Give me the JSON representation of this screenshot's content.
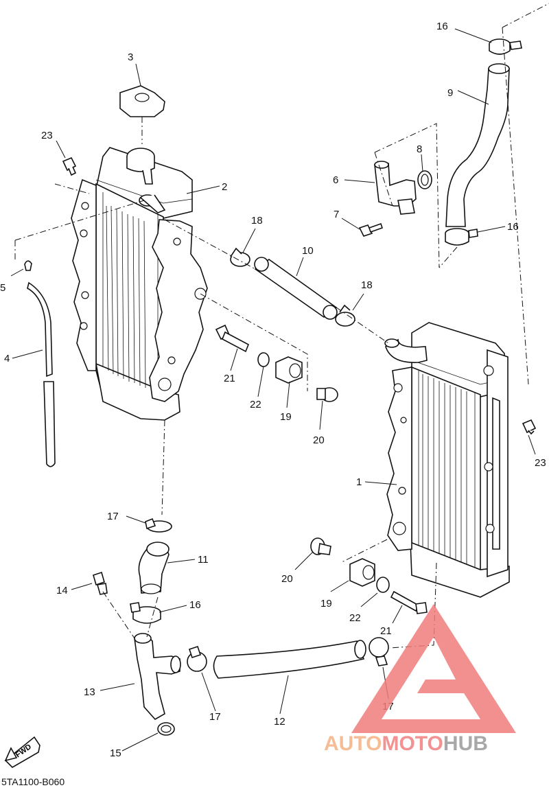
{
  "diagram": {
    "drawing_code": "5TA1100-B060",
    "direction_marker": "FWD",
    "callouts": [
      {
        "id": "c3",
        "number": "3"
      },
      {
        "id": "c23a",
        "number": "23"
      },
      {
        "id": "c2",
        "number": "2"
      },
      {
        "id": "c5",
        "number": "5"
      },
      {
        "id": "c4",
        "number": "4"
      },
      {
        "id": "c16a",
        "number": "16"
      },
      {
        "id": "c9",
        "number": "9"
      },
      {
        "id": "c8",
        "number": "8"
      },
      {
        "id": "c6",
        "number": "6"
      },
      {
        "id": "c7",
        "number": "7"
      },
      {
        "id": "c16b",
        "number": "16"
      },
      {
        "id": "c18a",
        "number": "18"
      },
      {
        "id": "c10",
        "number": "10"
      },
      {
        "id": "c18b",
        "number": "18"
      },
      {
        "id": "c21a",
        "number": "21"
      },
      {
        "id": "c22a",
        "number": "22"
      },
      {
        "id": "c19a",
        "number": "19"
      },
      {
        "id": "c20a",
        "number": "20"
      },
      {
        "id": "c23b",
        "number": "23"
      },
      {
        "id": "c1",
        "number": "1"
      },
      {
        "id": "c17a",
        "number": "17"
      },
      {
        "id": "c11",
        "number": "11"
      },
      {
        "id": "c20b",
        "number": "20"
      },
      {
        "id": "c14",
        "number": "14"
      },
      {
        "id": "c16c",
        "number": "16"
      },
      {
        "id": "c19b",
        "number": "19"
      },
      {
        "id": "c22b",
        "number": "22"
      },
      {
        "id": "c21b",
        "number": "21"
      },
      {
        "id": "c13",
        "number": "13"
      },
      {
        "id": "c17b",
        "number": "17"
      },
      {
        "id": "c12",
        "number": "12"
      },
      {
        "id": "c17c",
        "number": "17"
      },
      {
        "id": "c15",
        "number": "15"
      }
    ]
  },
  "watermark": {
    "part1": "AUTO",
    "part2": "MOTO",
    "part3": "HUB",
    "colors": {
      "part1": "#f5b183",
      "part2": "#f08080",
      "part3": "#9a9a9a",
      "logo": "#f07c7c"
    }
  }
}
